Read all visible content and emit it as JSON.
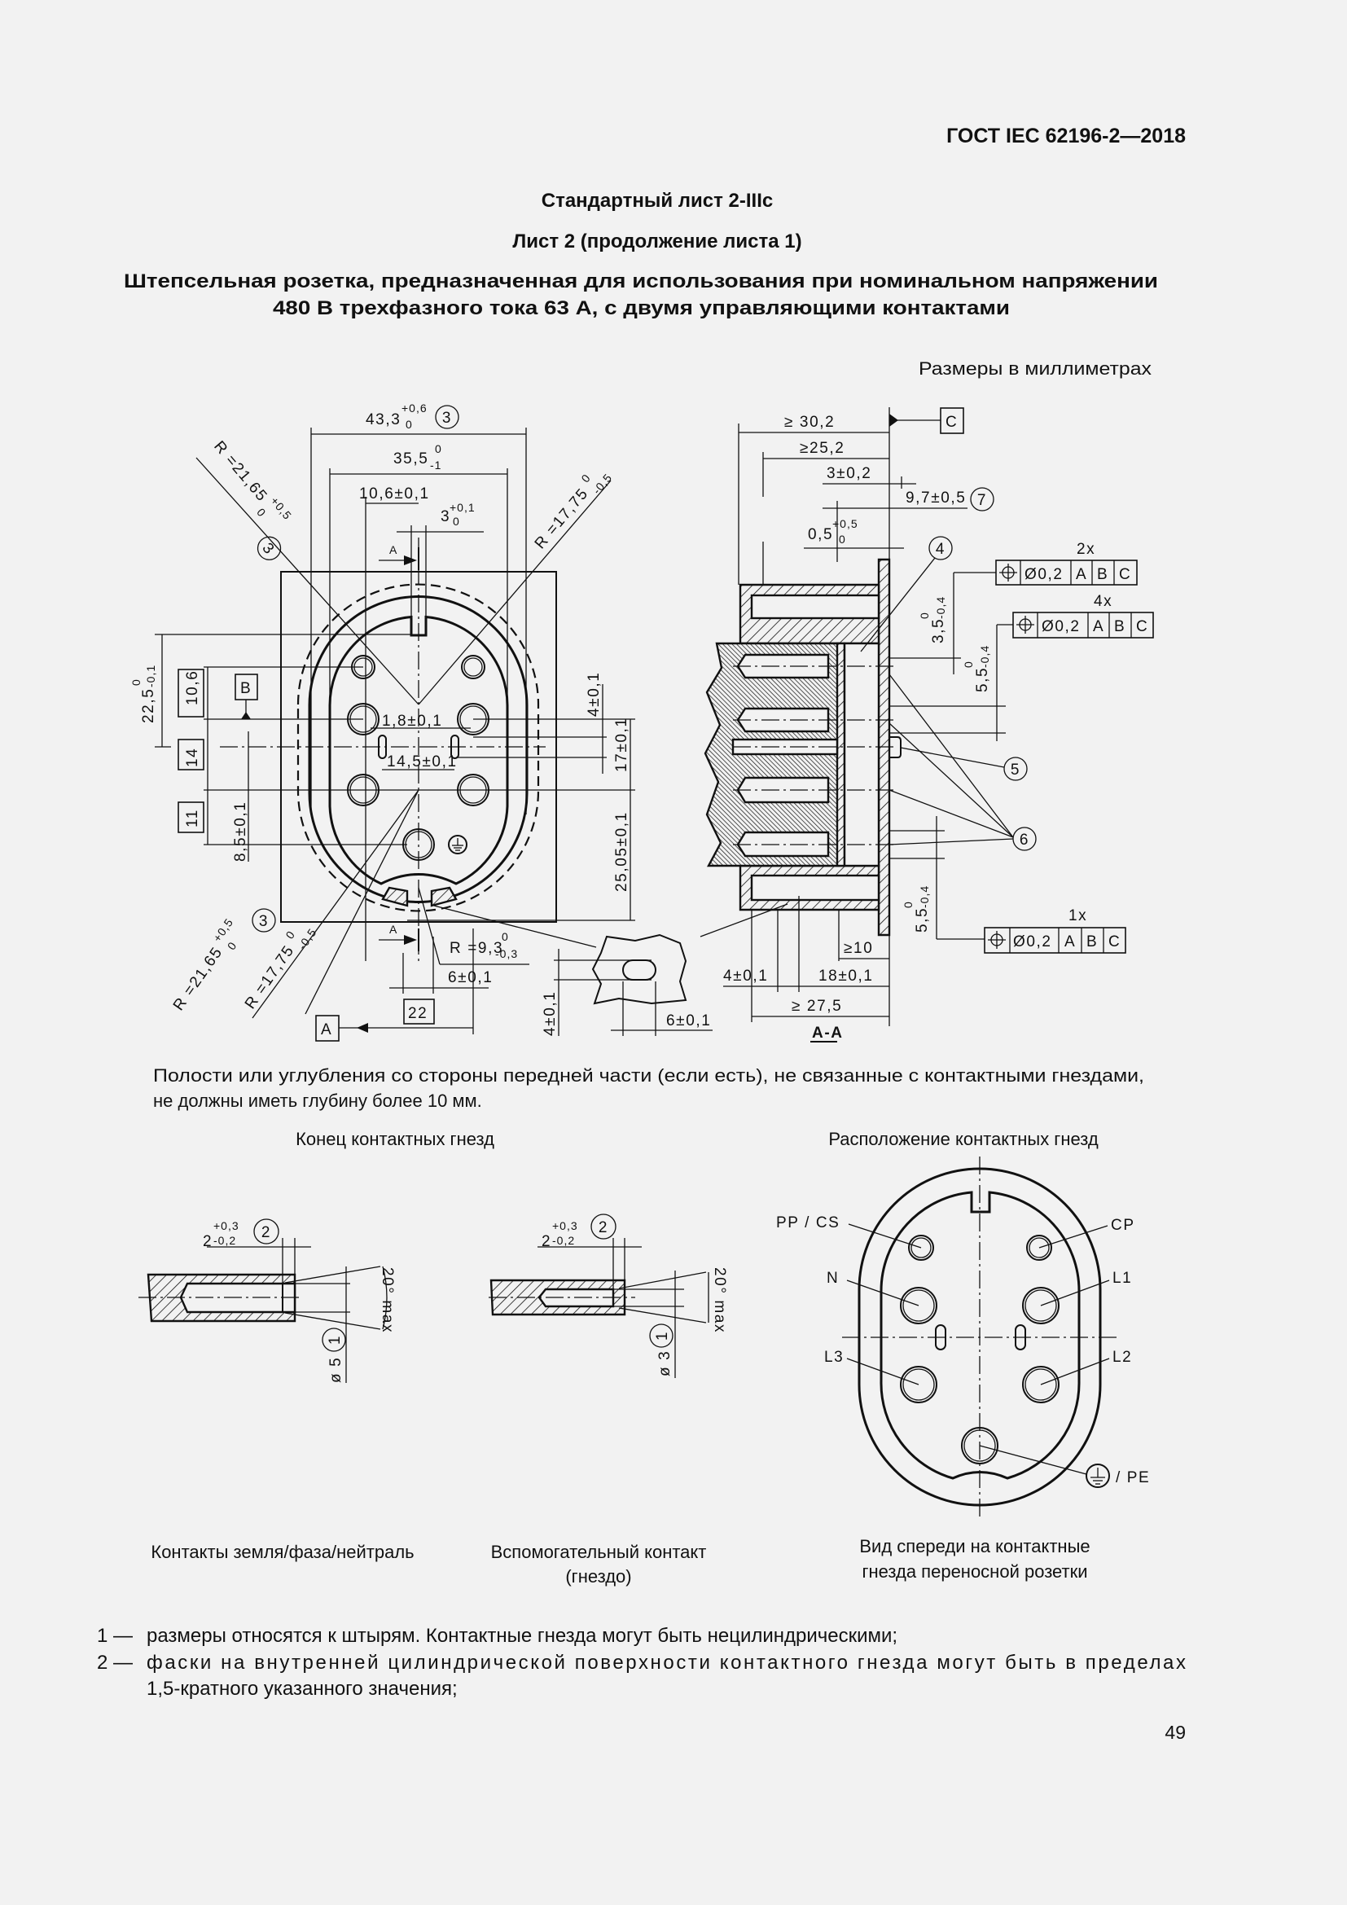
{
  "header": {
    "doc_code": "ГОСТ IEC 62196-2—2018"
  },
  "titles": {
    "sheet": "Стандартный лист 2-IIIc",
    "sheet_part": "Лист 2 (продолжение листа 1)",
    "title_line1": "Штепсельная розетка, предназначенная для использования при номинальном напряжении",
    "title_line2": "480 В трехфазного тока 63 А, с двумя управляющими контактами"
  },
  "units_note": "Размеры в миллиметрах",
  "front_view": {
    "d43": {
      "nom": "43,3",
      "up": "+0,6",
      "lo": "0",
      "ref": "3"
    },
    "d35": {
      "nom": "35,5",
      "up": "0",
      "lo": "-1"
    },
    "d10_6": "10,6±0,1",
    "d3": {
      "nom": "3",
      "up": "+0,1",
      "lo": "0"
    },
    "r21_top": {
      "nom": "R =21,65",
      "up": "+0,5",
      "lo": "0",
      "ref": "3"
    },
    "r17_top": {
      "nom": "R =17,75",
      "up": "0",
      "lo": "-0,5"
    },
    "d22_5": {
      "nom": "22,5",
      "up": "0",
      "lo": "-0,1"
    },
    "box_10_6": "10,6",
    "box_14": "14",
    "box_11": "11",
    "datum_b": "B",
    "d8_5": "8,5±0,1",
    "d1_8": "1,8±0,1",
    "d14_5": "14,5±0,1",
    "d4": "4±0,1",
    "d17": "17±0,1",
    "d25_05": "25,05±0,1",
    "section_mark": "A",
    "r21_bottom": {
      "nom": "R =21,65",
      "up": "+0,5",
      "lo": "0",
      "ref": "3"
    },
    "r17_bottom": {
      "nom": "R =17,75",
      "up": "0",
      "lo": "-0,5"
    },
    "r9_3": {
      "nom": "R =9,3",
      "up": "0",
      "lo": "-0,3"
    },
    "d6": "6±0,1",
    "box_22": "22",
    "datum_a": "A",
    "detail_d4": "4±0,1",
    "detail_d6": "6±0,1"
  },
  "section_view": {
    "datum_c": "C",
    "d30_2": "≥ 30,2",
    "d25_2": "≥25,2",
    "d3": "3±0,2",
    "d9_7": {
      "nom": "9,7±0,5",
      "ref": "7"
    },
    "d0_5": {
      "nom": "0,5",
      "up": "+0,5",
      "lo": "0"
    },
    "ref4": "4",
    "ref5": "5",
    "ref6": "6",
    "d3_5": {
      "nom": "3,5",
      "up": "0",
      "lo": "-0,4"
    },
    "d5_5_top": {
      "nom": "5,5",
      "up": "0",
      "lo": "-0,4"
    },
    "d5_5_bottom": {
      "nom": "5,5",
      "up": "0",
      "lo": "-0,4"
    },
    "fcf": [
      {
        "count": "2x",
        "symbol": "position-icon",
        "tol": "Ø0,2",
        "datums": [
          "A",
          "B",
          "C"
        ]
      },
      {
        "count": "4x",
        "symbol": "position-icon",
        "tol": "Ø0,2",
        "datums": [
          "A",
          "B",
          "C"
        ]
      },
      {
        "count": "1x",
        "symbol": "position-icon",
        "tol": "Ø0,2",
        "datums": [
          "A",
          "B",
          "C"
        ]
      }
    ],
    "d10": "≥10",
    "d4": "4±0,1",
    "d18": "18±0,1",
    "d27_5": "≥ 27,5",
    "label": "A-A"
  },
  "cavity_note": [
    "Полости или углубления со стороны передней части (если есть), не связанные с контактными гнездами,",
    "не должны иметь глубину более 10 мм."
  ],
  "contact_end": {
    "heading": "Конец контактных гнезд",
    "chamfer": {
      "nom": "2",
      "up": "+0,3",
      "lo": "-0,2",
      "ref": "2"
    },
    "angle": "20° max",
    "main": {
      "dia": "ø 5",
      "ref": "1",
      "caption": "Контакты земля/фаза/нейтраль"
    },
    "aux": {
      "dia": "ø 3",
      "ref": "1",
      "caption_line1": "Вспомогательный контакт",
      "caption_line2": "(гнездо)"
    }
  },
  "contact_layout": {
    "heading": "Расположение контактных гнезд",
    "labels": {
      "pp_cs": "PP / CS",
      "cp": "CP",
      "n": "N",
      "l1": "L1",
      "l3": "L3",
      "l2": "L2",
      "pe": "/ PE"
    },
    "earth_icon": "earth-icon",
    "caption_line1": "Вид спереди на контактные",
    "caption_line2": "гнезда переносной розетки"
  },
  "notes": [
    {
      "num": "1 —",
      "line1": "размеры относятся к штырям. Контактные гнезда могут быть нецилиндрическими;"
    },
    {
      "num": "2 —",
      "line1": "фаски на внутренней цилиндрической поверхности контактного гнезда могут быть в пределах",
      "line2": "1,5-кратного указанного значения;"
    }
  ],
  "page_number": "49"
}
